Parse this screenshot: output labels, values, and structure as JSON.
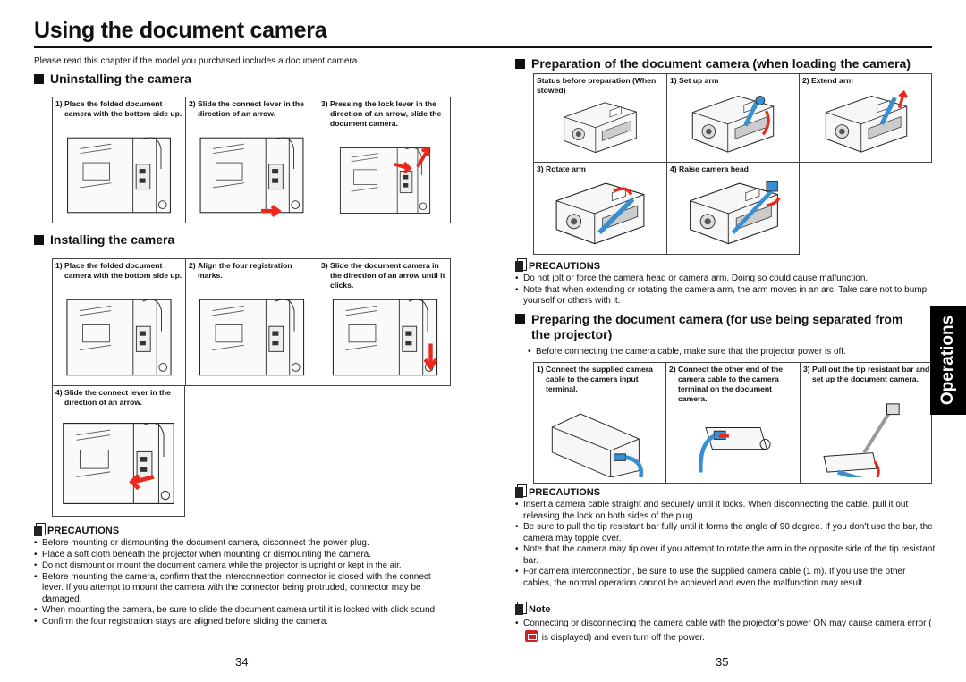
{
  "page_title": "Using the document camera",
  "intro": "Please read this chapter if the model you purchased includes a document camera.",
  "side_tab": "Operations",
  "left": {
    "uninstall": {
      "heading": "Uninstalling the camera",
      "steps": [
        {
          "num": "1)",
          "text": "Place the folded document camera with the bottom side up."
        },
        {
          "num": "2)",
          "text": "Slide the connect lever in the direction of an arrow."
        },
        {
          "num": "3)",
          "text": "Pressing the lock lever in the direction of an arrow, slide the document camera."
        }
      ]
    },
    "install": {
      "heading": "Installing the camera",
      "steps": [
        {
          "num": "1)",
          "text": "Place the folded document camera with the bottom side up."
        },
        {
          "num": "2)",
          "text": "Align the four registration marks."
        },
        {
          "num": "3)",
          "text": "Slide the document camera in the direction of an arrow until it clicks."
        },
        {
          "num": "4)",
          "text": "Slide the connect lever in the direction of an arrow."
        }
      ]
    },
    "precautions": {
      "heading": "PRECAUTIONS",
      "items": [
        "Before mounting or dismounting the document camera, disconnect the power plug.",
        "Place a soft cloth beneath the projector when mounting or dismounting the camera.",
        "Do not dismount or mount the document camera while the projector is upright or kept in the air.",
        "Before mounting the camera, confirm that the interconnection connector is closed with the connect lever. If you attempt to mount the camera with the connector being protruded, connector may be damaged.",
        "When mounting the camera, be sure to slide the document camera until it is locked with click sound.",
        "Confirm the four registration stays are aligned before sliding the camera."
      ]
    },
    "page_number": "34"
  },
  "right": {
    "preparation": {
      "heading": "Preparation of the document camera (when loading the camera)",
      "steps": [
        {
          "num": "",
          "text": "Status before preparation (When stowed)"
        },
        {
          "num": "1)",
          "text": "Set up arm"
        },
        {
          "num": "2)",
          "text": "Extend arm"
        },
        {
          "num": "3)",
          "text": "Rotate arm"
        },
        {
          "num": "4)",
          "text": "Raise camera head"
        }
      ]
    },
    "precautions1": {
      "heading": "PRECAUTIONS",
      "items": [
        "Do not jolt or force the camera head or camera arm. Doing so could cause malfunction.",
        "Note that when extending or rotating the camera arm, the arm moves in an arc. Take care not to bump yourself or others with it."
      ]
    },
    "separated": {
      "heading": "Preparing the document camera (for use being separated from the projector)",
      "bullet": "Before connecting the camera cable, make sure that the projector power is off.",
      "steps": [
        {
          "num": "1)",
          "text": "Connect the supplied camera cable to the camera input terminal."
        },
        {
          "num": "2)",
          "text": "Connect the other end of the camera cable to the camera terminal on the document camera."
        },
        {
          "num": "3)",
          "text": "Pull out the tip resistant bar and set up the document camera."
        }
      ]
    },
    "precautions2": {
      "heading": "PRECAUTIONS",
      "items": [
        "Insert a camera cable straight and securely until it locks. When disconnecting the cable, pull it out releasing the lock on both sides of the plug.",
        "Be sure to pull the tip resistant bar fully until it forms the angle of 90 degree. If you don't use the bar, the camera may topple over.",
        "Note that the camera may tip over if you attempt to rotate the arm in the opposite side of the tip resistant bar.",
        "For camera interconnection, be sure to use the supplied camera cable (1 m). If you use the other cables, the normal operation cannot be achieved and even the malfunction may result."
      ]
    },
    "note": {
      "heading": "Note",
      "text_before": "Connecting or disconnecting the camera cable with the projector's power ON may cause camera error (",
      "text_after": " is displayed) and even turn off the power."
    },
    "page_number": "35"
  },
  "colors": {
    "arrow": "#e8291c",
    "arm": "#3a8fd0",
    "tab": "#000000"
  }
}
